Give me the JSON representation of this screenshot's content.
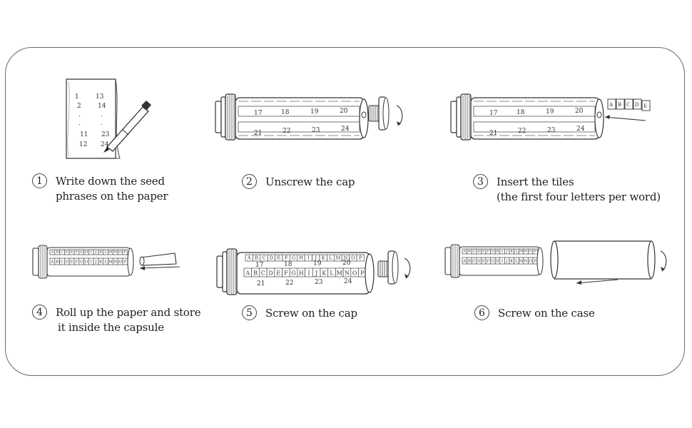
{
  "paper": {
    "left_column": [
      "1",
      "2",
      ".",
      ".",
      "11",
      "12"
    ],
    "right_column": [
      "13",
      "14",
      ".",
      ".",
      "23",
      "24"
    ]
  },
  "capsule_numbers": {
    "top": [
      "17",
      "18",
      "19",
      "20"
    ],
    "bottom": [
      "21",
      "22",
      "23",
      "24"
    ]
  },
  "tile_letters": [
    "A",
    "B",
    "C",
    "D",
    "E",
    "F",
    "G",
    "H",
    "I",
    "J",
    "K",
    "L",
    "M",
    "N",
    "O",
    "P"
  ],
  "tiles_insert": [
    "A",
    "B",
    "C",
    "D",
    "E"
  ],
  "steps": [
    {
      "number": "1",
      "lines": [
        "Write down the seed",
        "phrases on the paper"
      ]
    },
    {
      "number": "2",
      "lines": [
        "Unscrew the cap"
      ]
    },
    {
      "number": "3",
      "lines": [
        "Insert the tiles",
        "(the first four letters per word)"
      ]
    },
    {
      "number": "4",
      "lines": [
        "Roll up the paper and store",
        "it inside the capsule"
      ]
    },
    {
      "number": "5",
      "lines": [
        "Screw on the cap"
      ]
    },
    {
      "number": "6",
      "lines": [
        "Screw on the case"
      ]
    }
  ]
}
